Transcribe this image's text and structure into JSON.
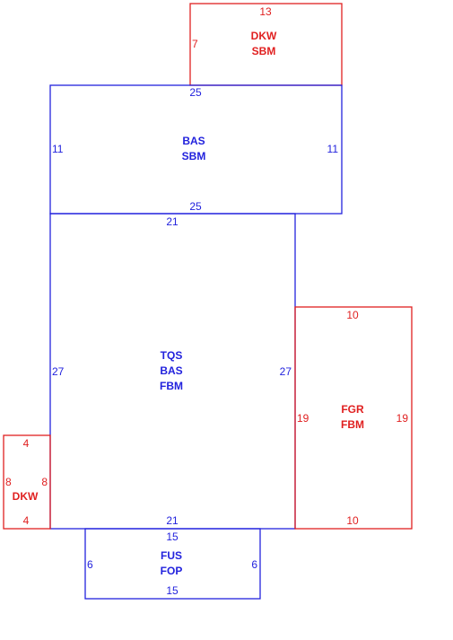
{
  "colors": {
    "building": "#2222dd",
    "attachment": "#e02020"
  },
  "areas": {
    "dkw_top": {
      "labels": [
        "DKW",
        "SBM"
      ],
      "dims": {
        "top": "13",
        "left": "7"
      }
    },
    "bas": {
      "labels": [
        "BAS",
        "SBM"
      ],
      "dims": {
        "top": "25",
        "bottom": "25",
        "left": "11",
        "right": "11"
      }
    },
    "tqs": {
      "labels": [
        "TQS",
        "BAS",
        "FBM"
      ],
      "dims": {
        "top": "21",
        "bottom": "21",
        "left": "27",
        "right": "27"
      }
    },
    "fgr": {
      "labels": [
        "FGR",
        "FBM"
      ],
      "dims": {
        "top": "10",
        "bottom": "10",
        "left": "19",
        "right": "19"
      }
    },
    "dkw_left": {
      "labels": [
        "DKW"
      ],
      "dims": {
        "top": "4",
        "bottom": "4",
        "left": "8",
        "right": "8"
      }
    },
    "fus": {
      "labels": [
        "FUS",
        "FOP"
      ],
      "dims": {
        "top": "15",
        "bottom": "15",
        "left": "6",
        "right": "6"
      }
    }
  }
}
